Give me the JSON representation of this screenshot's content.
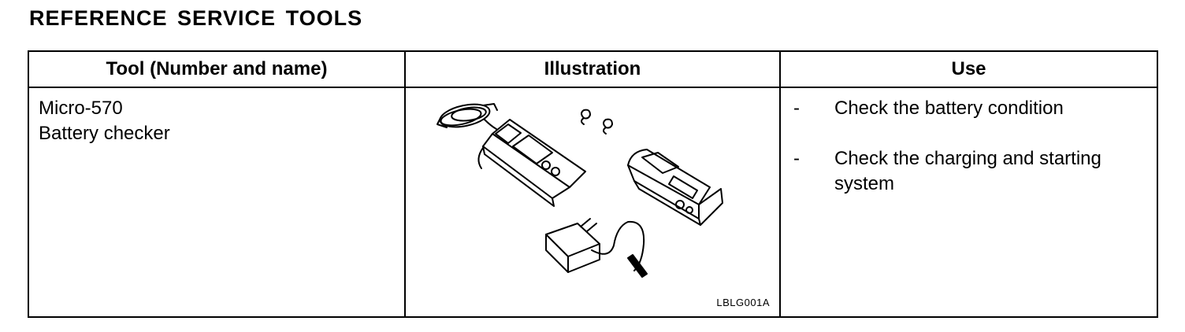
{
  "title": "REFERENCE SERVICE TOOLS",
  "table": {
    "headers": [
      "Tool (Number and name)",
      "Illustration",
      "Use"
    ],
    "row": {
      "tool_number": "Micro-570",
      "tool_name": "Battery checker",
      "figure_code": "LBLG001A",
      "uses": [
        {
          "dash": "-",
          "text": "Check the battery condition"
        },
        {
          "dash": "-",
          "text": "Check the charging and starting system"
        }
      ]
    }
  }
}
